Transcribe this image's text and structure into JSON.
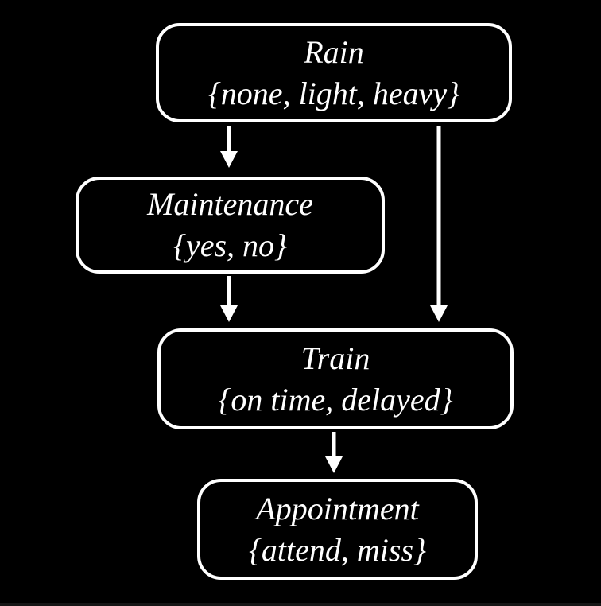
{
  "diagram": {
    "type": "bayesian-network",
    "colors": {
      "background": "#000000",
      "node_fill": "#000000",
      "node_border": "#ffffff",
      "text": "#ffffff",
      "arrow": "#ffffff"
    },
    "nodes": [
      {
        "id": "rain",
        "label": "Rain",
        "domain": "{none, light, heavy}"
      },
      {
        "id": "maintenance",
        "label": "Maintenance",
        "domain": "{yes, no}"
      },
      {
        "id": "train",
        "label": "Train",
        "domain": "{on time, delayed}"
      },
      {
        "id": "appointment",
        "label": "Appointment",
        "domain": "{attend, miss}"
      }
    ],
    "edges": [
      {
        "from": "rain",
        "to": "maintenance"
      },
      {
        "from": "rain",
        "to": "train"
      },
      {
        "from": "maintenance",
        "to": "train"
      },
      {
        "from": "train",
        "to": "appointment"
      }
    ]
  }
}
